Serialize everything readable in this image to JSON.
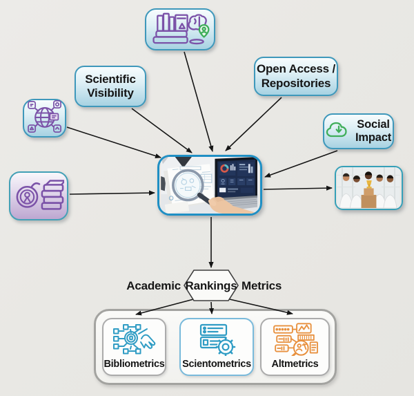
{
  "nodes": {
    "scientific_visibility": {
      "label": "Scientific Visibility"
    },
    "open_access": {
      "label": "Open Access / Repositories"
    },
    "social_impact": {
      "label": "Social Impact"
    },
    "rankings_node": {
      "left": "Academic",
      "center": "Rankings",
      "right": "Metrics"
    }
  },
  "metrics": {
    "items": [
      {
        "label": "Bibliometrics",
        "icon": "citation-network-hand-icon",
        "accent": "#2f9cc4"
      },
      {
        "label": "Scientometrics",
        "icon": "data-cards-gear-icon",
        "accent": "#2f9cc4"
      },
      {
        "label": "Altmetrics",
        "icon": "media-sources-magnifier-icon",
        "accent": "#e8913f"
      }
    ]
  },
  "icons": {
    "books_brain": "books-and-brain-icon",
    "globe_network": "global-network-icon",
    "author_books": "author-profile-books-icon",
    "cloud_download": "cloud-download-icon"
  },
  "images": {
    "central": "magnifier-analytics-photo",
    "team": "research-team-trophy-photo"
  },
  "colors": {
    "background": "#e9e8e4",
    "node_border": "#3e98bb",
    "node_fill_bottom": "#a7d2e2",
    "purple_accent": "#7b52a8",
    "green_accent": "#3fae5a",
    "blue_accent": "#2f9cc4",
    "orange_accent": "#e8913f",
    "arrow": "#151515"
  }
}
